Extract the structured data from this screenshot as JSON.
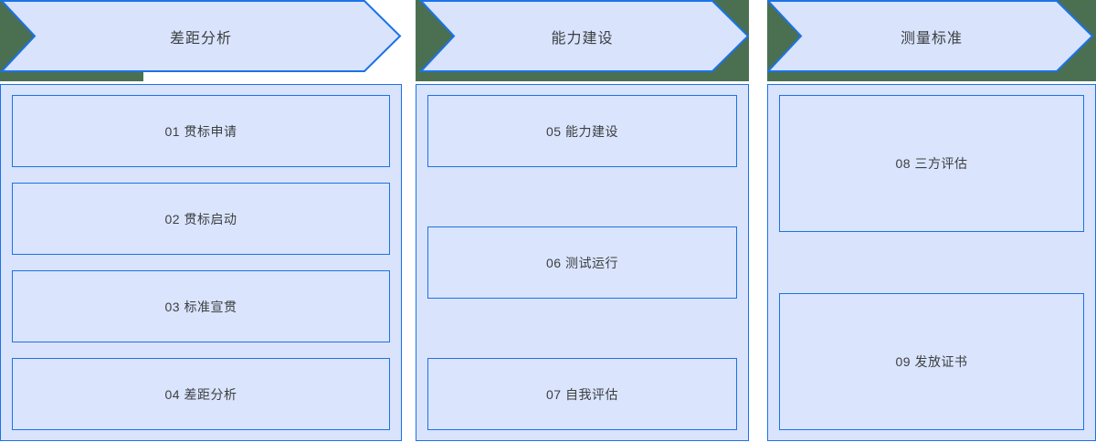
{
  "diagram": {
    "type": "process-flow",
    "language": "zh-CN",
    "colors": {
      "background": "#ffffff",
      "stage_green": "#4a7051",
      "arrow_fill": "#d9e3fc",
      "arrow_border": "#1a73e8",
      "panel_fill": "#d9e3fc",
      "panel_border": "#1a73e8",
      "box_fill": "#dae4fc",
      "box_border": "#1a73e8",
      "text": "#3c4043"
    },
    "columns": [
      {
        "header": "差距分析",
        "steps": [
          {
            "label": "01 贯标申请"
          },
          {
            "label": "02 贯标启动"
          },
          {
            "label": "03 标准宣贯"
          },
          {
            "label": "04 差距分析"
          }
        ]
      },
      {
        "header": "能力建设",
        "steps": [
          {
            "label": "05 能力建设"
          },
          {
            "label": "06 测试运行"
          },
          {
            "label": "07 自我评估"
          }
        ]
      },
      {
        "header": "测量标准",
        "steps": [
          {
            "label": "08 三方评估"
          },
          {
            "label": "09 发放证书"
          }
        ]
      }
    ]
  }
}
